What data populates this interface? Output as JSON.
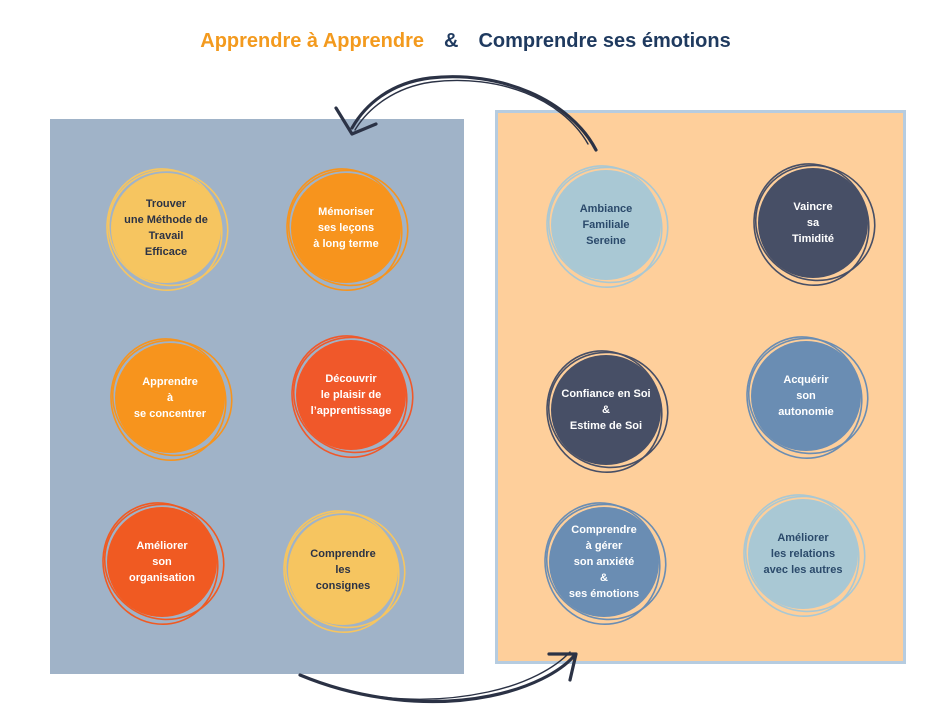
{
  "title": {
    "left": "Apprendre à Apprendre",
    "ampersand": "&",
    "right": "Comprendre ses émotions"
  },
  "colors": {
    "left_panel": "#A0B3C8",
    "right_panel": "#FECF9B",
    "right_panel_border": "#B6CCE0",
    "title_orange": "#F39A1E",
    "title_navy": "#1F3A5F",
    "arrow": "#2B3245"
  },
  "left_panel": {
    "items": [
      {
        "label": "Trouver\nune Méthode de\nTravail\nEfficace",
        "fill": "#F6C560",
        "ring": "#F6C560",
        "text_color": "#2B3245"
      },
      {
        "label": "Mémoriser\nses leçons\nà long terme",
        "fill": "#F7941D",
        "ring": "#F7941D",
        "text_color": "#ffffff"
      },
      {
        "label": "Apprendre\nà\nse concentrer",
        "fill": "#F7941D",
        "ring": "#F7941D",
        "text_color": "#ffffff"
      },
      {
        "label": "Découvrir\nle plaisir de\nl’apprentissage",
        "fill": "#F0582A",
        "ring": "#F0582A",
        "text_color": "#ffffff"
      },
      {
        "label": "Améliorer\nson\norganisation",
        "fill": "#F05A22",
        "ring": "#F05A22",
        "text_color": "#ffffff"
      },
      {
        "label": "Comprendre\nles\nconsignes",
        "fill": "#F6C560",
        "ring": "#F6C560",
        "text_color": "#2B3245"
      }
    ]
  },
  "right_panel": {
    "items": [
      {
        "label": "Ambiance\nFamiliale\nSereine",
        "fill": "#A9C8D4",
        "ring": "#A9C8D4",
        "text_color": "#2B4A6B"
      },
      {
        "label": "Vaincre\nsa\nTimidité",
        "fill": "#474F66",
        "ring": "#474F66",
        "text_color": "#ffffff"
      },
      {
        "label": "Confiance en Soi\n&\nEstime de Soi",
        "fill": "#474F66",
        "ring": "#474F66",
        "text_color": "#ffffff"
      },
      {
        "label": "Acquérir\nson\nautonomie",
        "fill": "#6A8DB3",
        "ring": "#6A8DB3",
        "text_color": "#ffffff"
      },
      {
        "label": "Comprendre\nà gérer\nson anxiété\n&\nses émotions",
        "fill": "#6A8DB3",
        "ring": "#6A8DB3",
        "text_color": "#ffffff"
      },
      {
        "label": "Améliorer\nles relations\navec les autres",
        "fill": "#A9C8D4",
        "ring": "#A9C8D4",
        "text_color": "#2B4A6B"
      }
    ]
  }
}
